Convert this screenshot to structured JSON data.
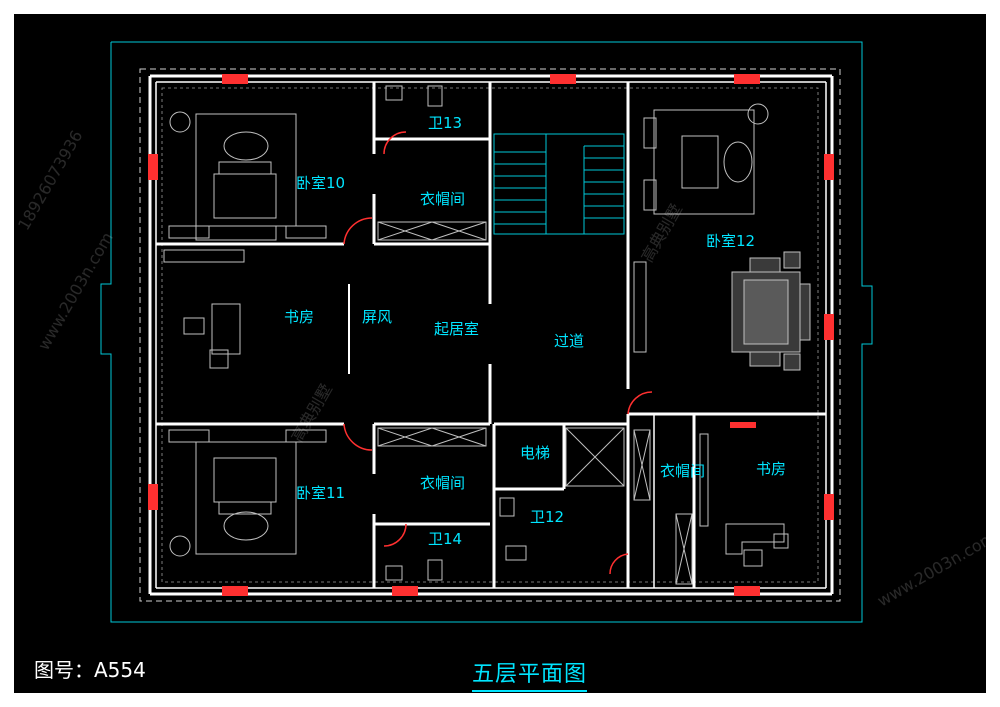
{
  "drawing": {
    "number_label": "图号：A554",
    "title": "五层平面图"
  },
  "rooms": {
    "bedroom_10": "卧室10",
    "bath_13": "卫13",
    "closet_top": "衣帽间",
    "study_left": "书房",
    "screen": "屏风",
    "living": "起居室",
    "corridor": "过道",
    "bedroom_12": "卧室12",
    "bedroom_11": "卧室11",
    "closet_mid": "衣帽间",
    "elevator": "电梯",
    "bath_12": "卫12",
    "bath_14": "卫14",
    "closet_right": "衣帽间",
    "study_right": "书房"
  },
  "watermarks": {
    "phone": "18926073936",
    "site": "www.2003n.com",
    "brand": "高典别墅"
  },
  "colors": {
    "wall": "#ffffff",
    "outline": "#00c8d8",
    "label": "#00e5ff",
    "window": "#ff3030",
    "furniture": "#c0c0c0",
    "background": "#000000"
  }
}
